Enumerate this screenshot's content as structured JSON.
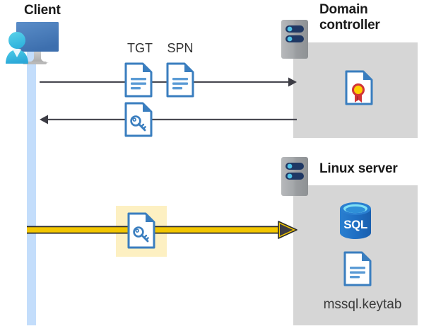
{
  "diagram": {
    "title_client": "Client",
    "title_domain_controller": "Domain\ncontroller",
    "title_domain_controller_line1": "Domain",
    "title_domain_controller_line2": "controller",
    "title_linux_server": "Linux server",
    "label_tgt": "TGT",
    "label_spn": "SPN",
    "label_keytab_file": "mssql.keytab",
    "label_sql": "SQL"
  },
  "icons": {
    "client": "client-workstation-icon",
    "server_rack_dc": "server-rack-icon",
    "server_rack_linux": "server-rack-icon",
    "certificate": "certificate-document-icon",
    "tgt_document": "text-document-icon",
    "spn_document": "text-document-icon",
    "ticket_key_document": "key-document-icon",
    "service_key_document": "key-document-icon",
    "sql_database": "sql-database-cylinder-icon",
    "keytab_document": "text-document-icon"
  },
  "arrows": [
    {
      "name": "arrow-client-to-dc-request",
      "direction": "right",
      "color": "#4a4a52",
      "carries": [
        "TGT",
        "SPN"
      ]
    },
    {
      "name": "arrow-dc-to-client-response",
      "direction": "left",
      "color": "#4a4a52",
      "carries": [
        "service-ticket"
      ]
    },
    {
      "name": "arrow-client-to-linux-service-ticket",
      "direction": "right",
      "color": "#f2c600",
      "carries": [
        "service-ticket"
      ],
      "highlighted": true
    }
  ],
  "colors": {
    "panel_grey": "#d6d6d6",
    "lifeline_blue": "#c3ddfb",
    "arrow_grey": "#4a4a52",
    "arrow_yellow": "#f2c600",
    "highlight_yellow": "#fdf0c2",
    "doc_blue": "#3a7ebf",
    "monitor_blue": "#4a7ebb",
    "person_cyan": "#32c3e8",
    "sql_blue": "#1f6fc4",
    "cert_red": "#d13438",
    "cert_gold": "#ffd000",
    "text_dark": "#1a1a1a"
  }
}
